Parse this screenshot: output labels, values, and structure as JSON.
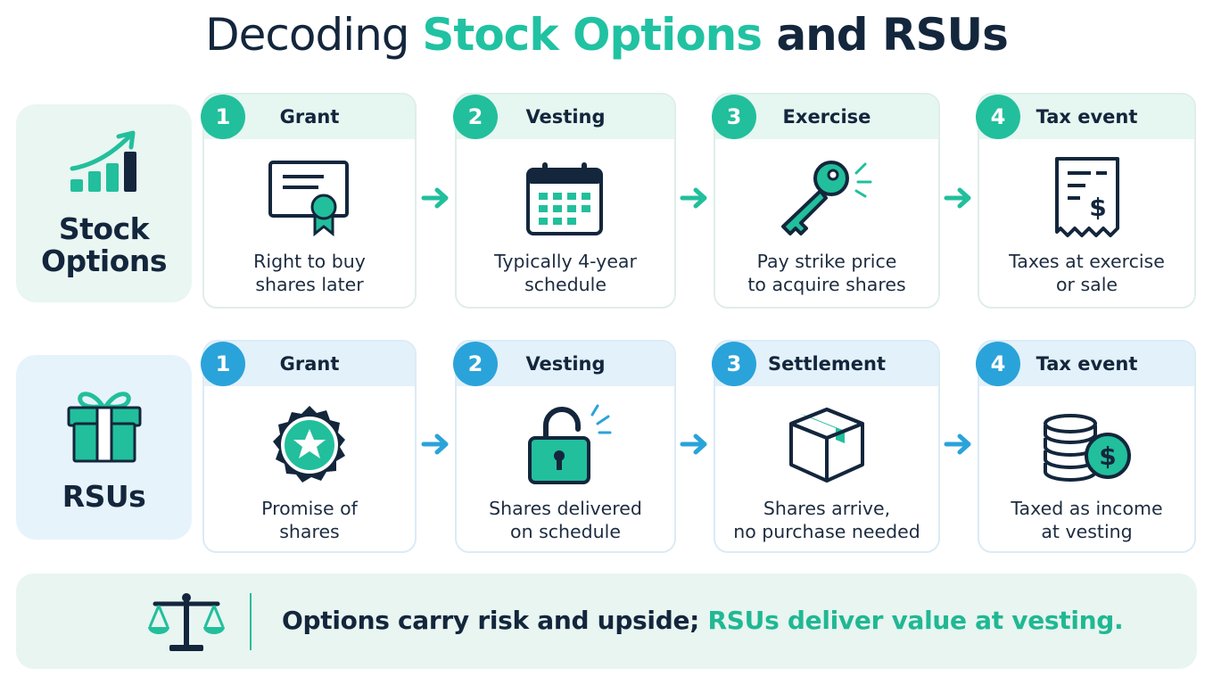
{
  "title": {
    "part1": "Decoding ",
    "part2": "Stock Options",
    "part3": " and RSUs"
  },
  "colors": {
    "teal": "#22bf9c",
    "blue": "#2aa3da",
    "navy": "#13263c"
  },
  "rows": [
    {
      "label": "Stock Options",
      "icon": "growth-chart-icon",
      "steps": [
        {
          "number": "1",
          "title": "Grant",
          "desc1": "Right to buy",
          "desc2": "shares later",
          "icon": "certificate-icon"
        },
        {
          "number": "2",
          "title": "Vesting",
          "desc1": "Typically 4-year",
          "desc2": "schedule",
          "icon": "calendar-icon"
        },
        {
          "number": "3",
          "title": "Exercise",
          "desc1": "Pay strike price",
          "desc2": "to acquire shares",
          "icon": "key-icon"
        },
        {
          "number": "4",
          "title": "Tax event",
          "desc1": "Taxes at exercise",
          "desc2": "or sale",
          "icon": "receipt-icon"
        }
      ]
    },
    {
      "label": "RSUs",
      "icon": "gift-icon",
      "steps": [
        {
          "number": "1",
          "title": "Grant",
          "desc1": "Promise of",
          "desc2": "shares",
          "icon": "star-seal-icon"
        },
        {
          "number": "2",
          "title": "Vesting",
          "desc1": "Shares delivered",
          "desc2": "on schedule",
          "icon": "unlocked-padlock-icon"
        },
        {
          "number": "3",
          "title": "Settlement",
          "desc1": "Shares arrive,",
          "desc2": "no purchase needed",
          "icon": "box-icon"
        },
        {
          "number": "4",
          "title": "Tax event",
          "desc1": "Taxed as income",
          "desc2": "at vesting",
          "icon": "coins-icon"
        }
      ]
    }
  ],
  "takeaway": {
    "icon": "balance-scale-icon",
    "part1": "Options carry risk and upside; ",
    "part2": "RSUs deliver value at vesting."
  }
}
